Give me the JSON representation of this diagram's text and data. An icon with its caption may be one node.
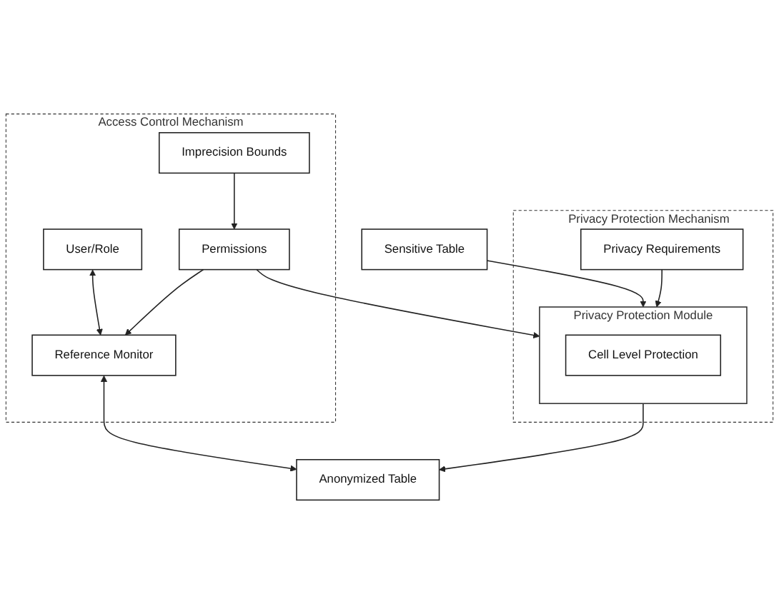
{
  "diagram": {
    "nodes": [
      {
        "text": [
          "Access Control Mechanism"
        ]
      },
      {
        "text": [
          "User/Role"
        ],
        "in": 0
      },
      {
        "text": [
          "Reference Monitor"
        ],
        "in": 0
      },
      {
        "text": [
          "Permissions"
        ],
        "in": 0
      },
      {
        "text": [
          "Imprecision Bounds"
        ],
        "in": 0
      },
      {
        "text": [
          "Anonymized Table"
        ]
      },
      {
        "text": [
          "Sensitive Table"
        ]
      },
      {
        "text": [
          "Privacy Protection Mechanism"
        ]
      },
      {
        "text": [
          "Privacy Protection Module"
        ],
        "in": 7
      },
      {
        "text": [
          "Cell Level Protection"
        ],
        "in": 8
      },
      {
        "text": [
          "Privacy Requirements"
        ],
        "in": 7
      }
    ],
    "edges": [
      {
        "from": 1,
        "to": 2,
        "arrow": "both"
      },
      {
        "from": 2,
        "to": 5,
        "arrow": "both"
      },
      {
        "from": 3,
        "to": 2,
        "arrow": "to"
      },
      {
        "from": 4,
        "to": 3,
        "arrow": "to"
      },
      {
        "from": 8,
        "to": 5,
        "arrow": "to"
      },
      {
        "from": 3,
        "to": 8,
        "arrow": "to"
      },
      {
        "from": 6,
        "to": 8,
        "arrow": "to"
      },
      {
        "from": 10,
        "to": 8,
        "arrow": "to"
      }
    ]
  }
}
